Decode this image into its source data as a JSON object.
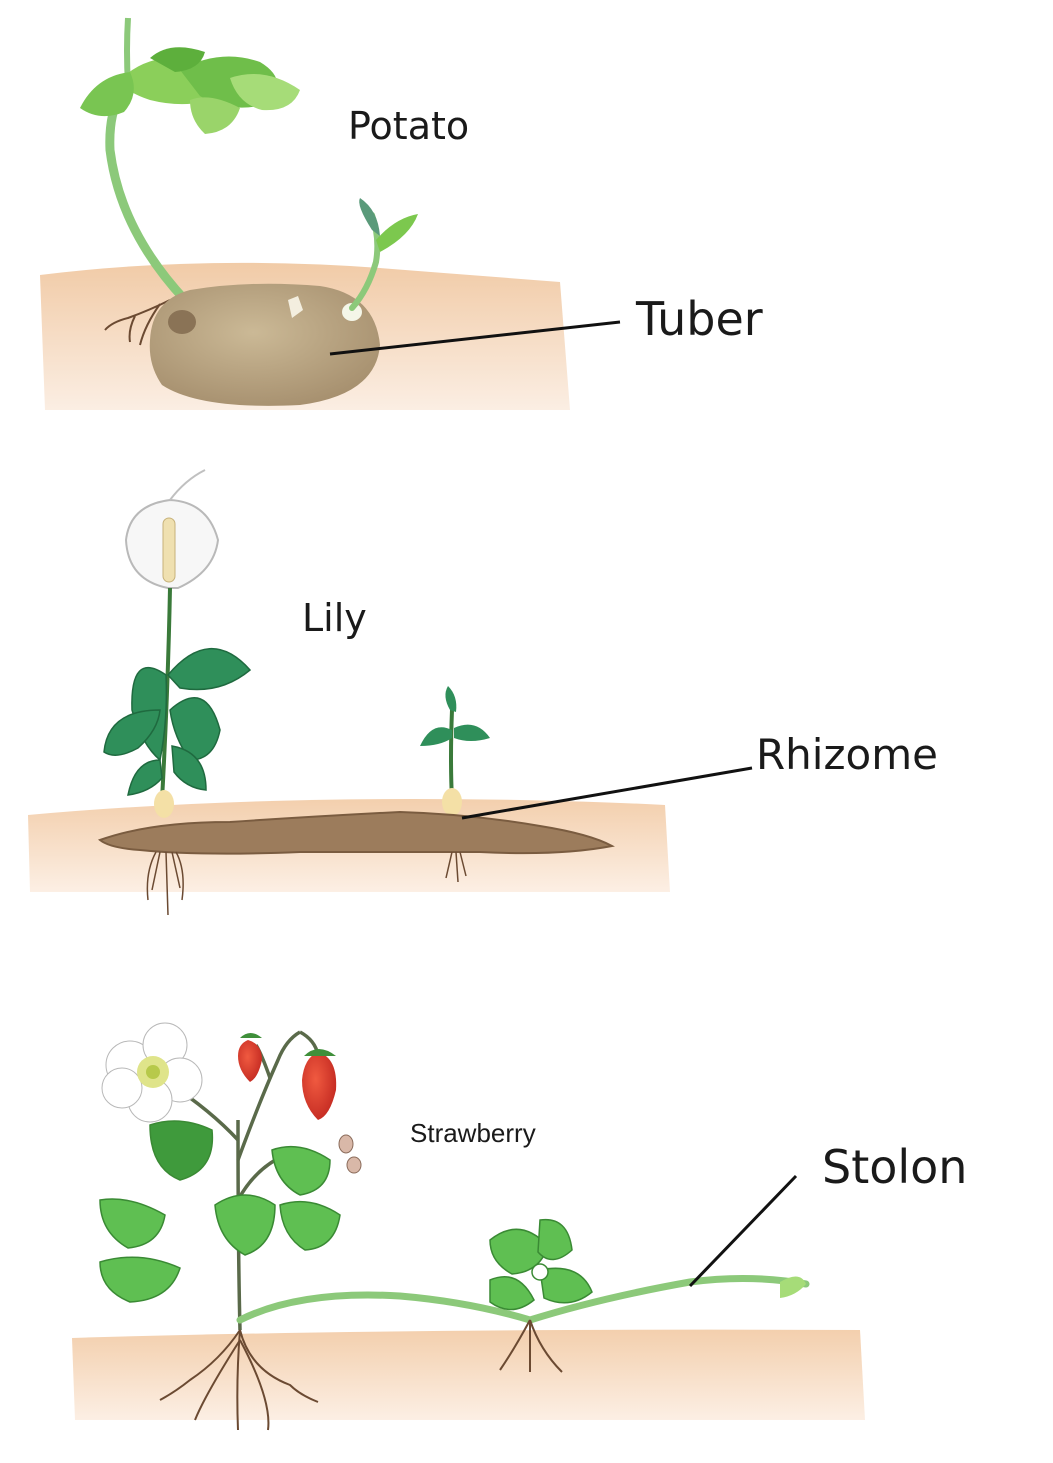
{
  "diagram": {
    "sections": [
      {
        "id": "potato",
        "plant_label": "Potato",
        "part_label": "Tuber"
      },
      {
        "id": "lily",
        "plant_label": "Lily",
        "part_label": "Rhizome"
      },
      {
        "id": "strawberry",
        "plant_label": "Strawberry",
        "part_label": "Stolon"
      }
    ]
  },
  "colors": {
    "soil": "#f3d2b2",
    "soil_light": "#f9e7d6",
    "tuber": "#b7a486",
    "rhizome": "#9c7c5c",
    "leaf_light": "#8bcf5a",
    "leaf_dark": "#2f8f5a",
    "stem": "#8cc97a",
    "berry": "#d2302a",
    "root": "#6b4a32",
    "pointer": "#111111"
  }
}
